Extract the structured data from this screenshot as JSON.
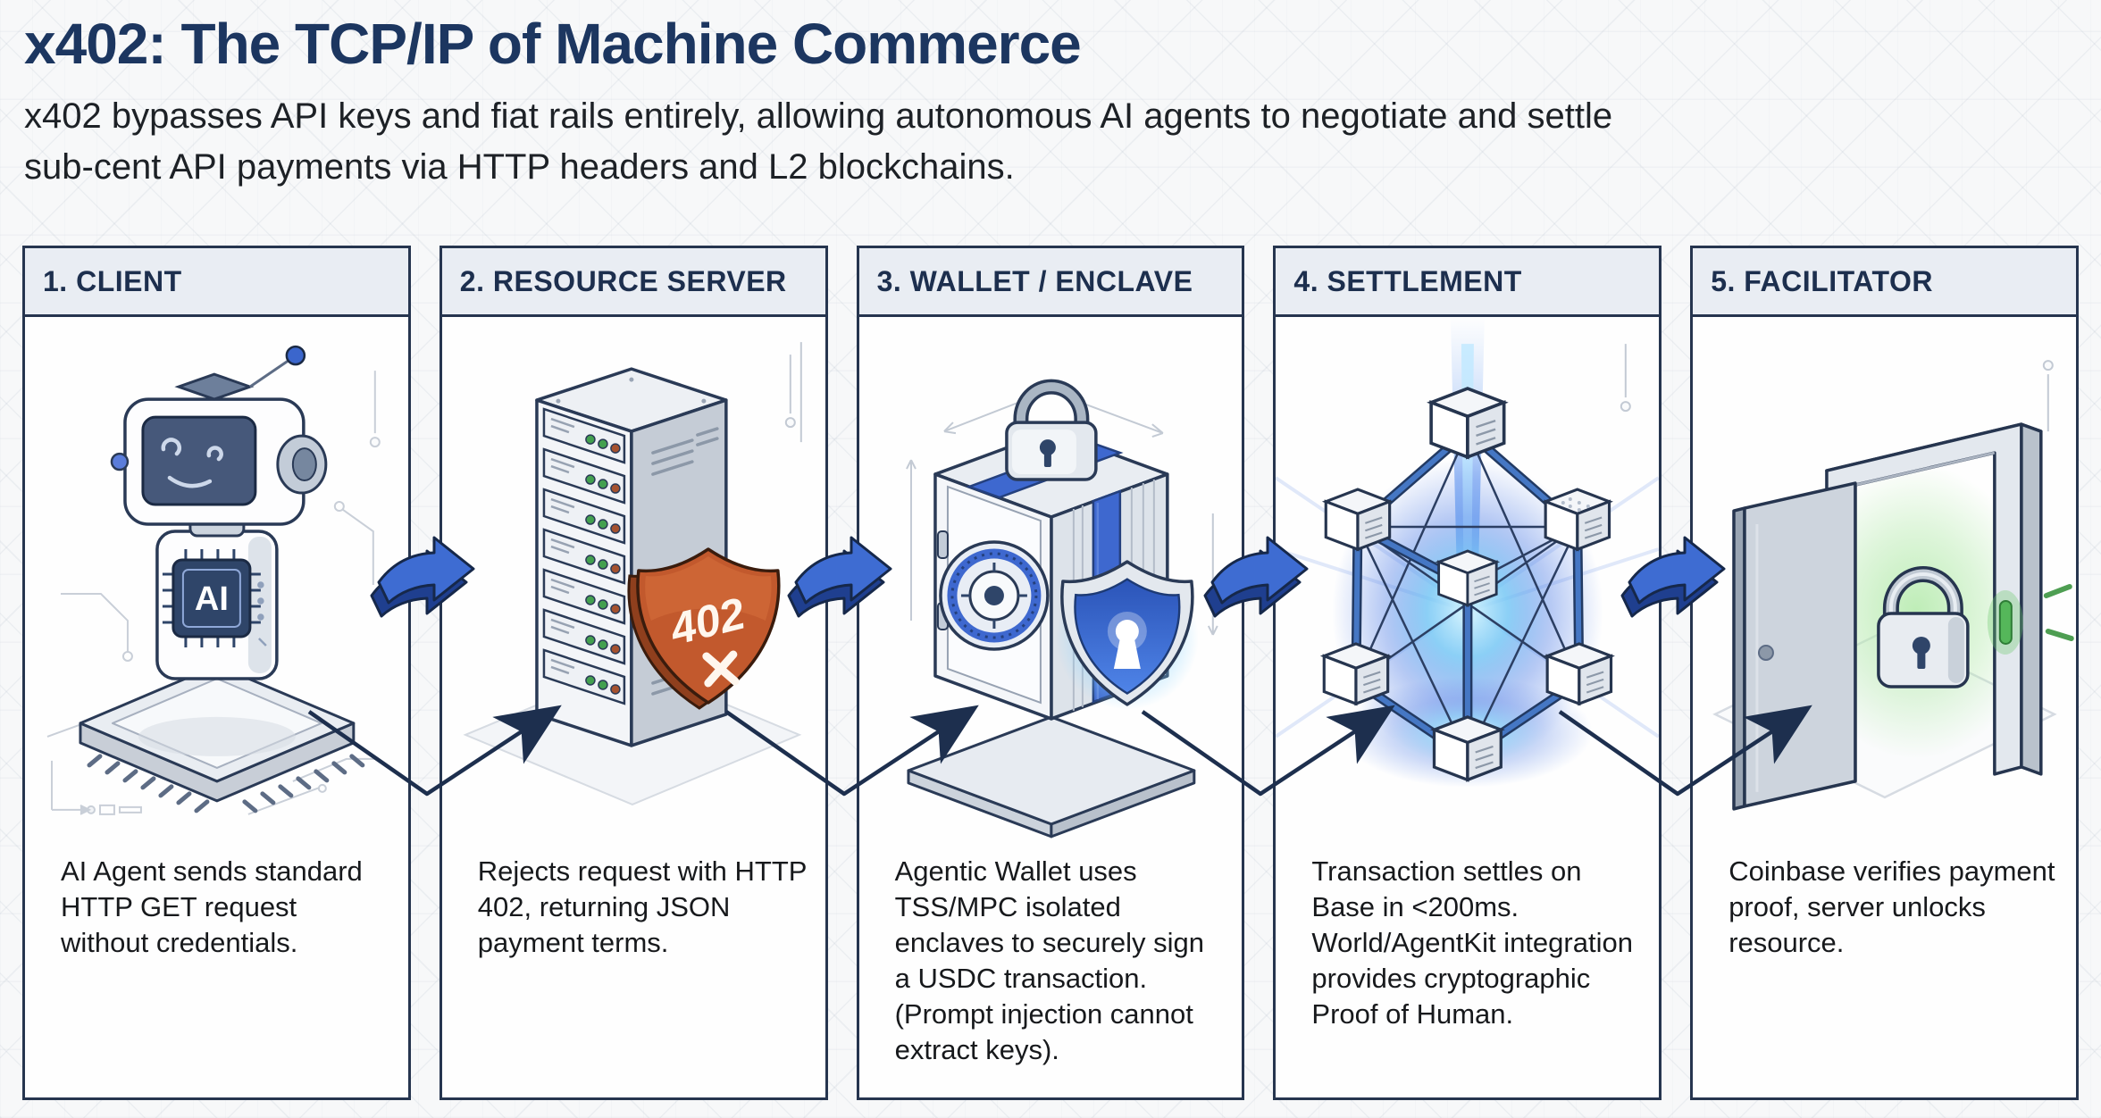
{
  "header": {
    "title": "x402: The TCP/IP of Machine Commerce",
    "subtitle": "x402 bypasses API keys and fiat rails entirely, allowing autonomous AI agents to negotiate and settle sub-cent API payments via HTTP headers and L2 blockchains."
  },
  "panels": [
    {
      "title": "1. CLIENT",
      "description": "AI Agent sends standard HTTP GET request without credentials.",
      "icon": "ai-robot-on-chip",
      "chip_label": "AI"
    },
    {
      "title": "2. RESOURCE SERVER",
      "description": "Rejects request with HTTP 402, returning JSON payment terms.",
      "icon": "server-rack-with-402-shield",
      "shield_code": "402"
    },
    {
      "title": "3. WALLET / ENCLAVE",
      "description": "Agentic Wallet uses TSS/MPC isolated enclaves to securely sign a USDC transaction. (Prompt injection cannot extract keys).",
      "icon": "secure-vault-with-shield"
    },
    {
      "title": "4. SETTLEMENT",
      "description": "Transaction settles on Base in <200ms. World/AgentKit integration provides cryptographic Proof of Human.",
      "icon": "blockchain-cube-network"
    },
    {
      "title": "5. FACILITATOR",
      "description": "Coinbase verifies payment proof, server unlocks resource.",
      "icon": "unlocked-door-green-light"
    }
  ],
  "colors": {
    "navy": "#26354f",
    "title_navy": "#1c3660",
    "accent_blue": "#3e6cd2",
    "shield_orange": "#c2592d",
    "success_green": "#55b75a",
    "glow_cyan": "#6fc4f4"
  }
}
